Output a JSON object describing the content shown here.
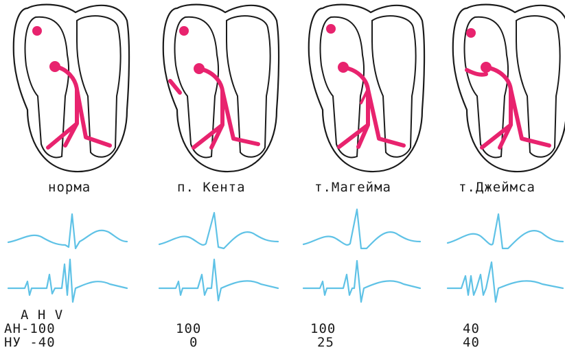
{
  "colors": {
    "conduction": "#e8236e",
    "ecg": "#5fc2e6",
    "outline": "#1a1a1a",
    "background": "#ffffff"
  },
  "panels": [
    {
      "name": "норма",
      "ah": "100",
      "hv": "40"
    },
    {
      "name": "п. Кента",
      "ah": "100",
      "hv": "0"
    },
    {
      "name": "т.Магейма",
      "ah": "100",
      "hv": "25"
    },
    {
      "name": "т.Джеймса",
      "ah": "40",
      "hv": "40"
    }
  ],
  "legend": {
    "header": "A H V",
    "row_ah": "AH-100",
    "row_hv": "HУ -40"
  }
}
